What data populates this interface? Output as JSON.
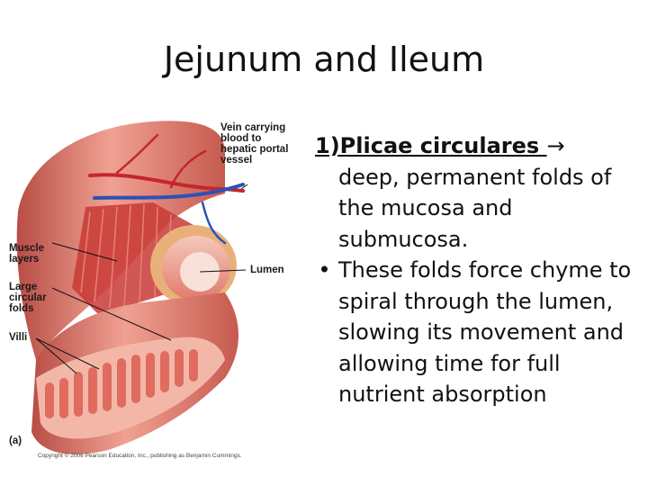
{
  "slide": {
    "title": "Jejunum and Ileum"
  },
  "figure": {
    "labels": {
      "vein": "Vein carrying\nblood to\nhepatic portal\nvessel",
      "muscle": "Muscle\nlayers",
      "folds": "Large\ncircular\nfolds",
      "villi": "Villi",
      "lumen": "Lumen",
      "panel": "(a)"
    },
    "copyright": "Copyright © 2006 Pearson Education, Inc., publishing as Benjamin Cummings."
  },
  "content": {
    "heading": "1)Plicae circulares ",
    "heading_arrow": "→",
    "description": "deep, permanent folds of the mucosa and submucosa.",
    "bullet_symbol": "•",
    "bullet": "These folds force chyme to spiral through the lumen, slowing its movement and allowing time for full nutrient absorption"
  }
}
